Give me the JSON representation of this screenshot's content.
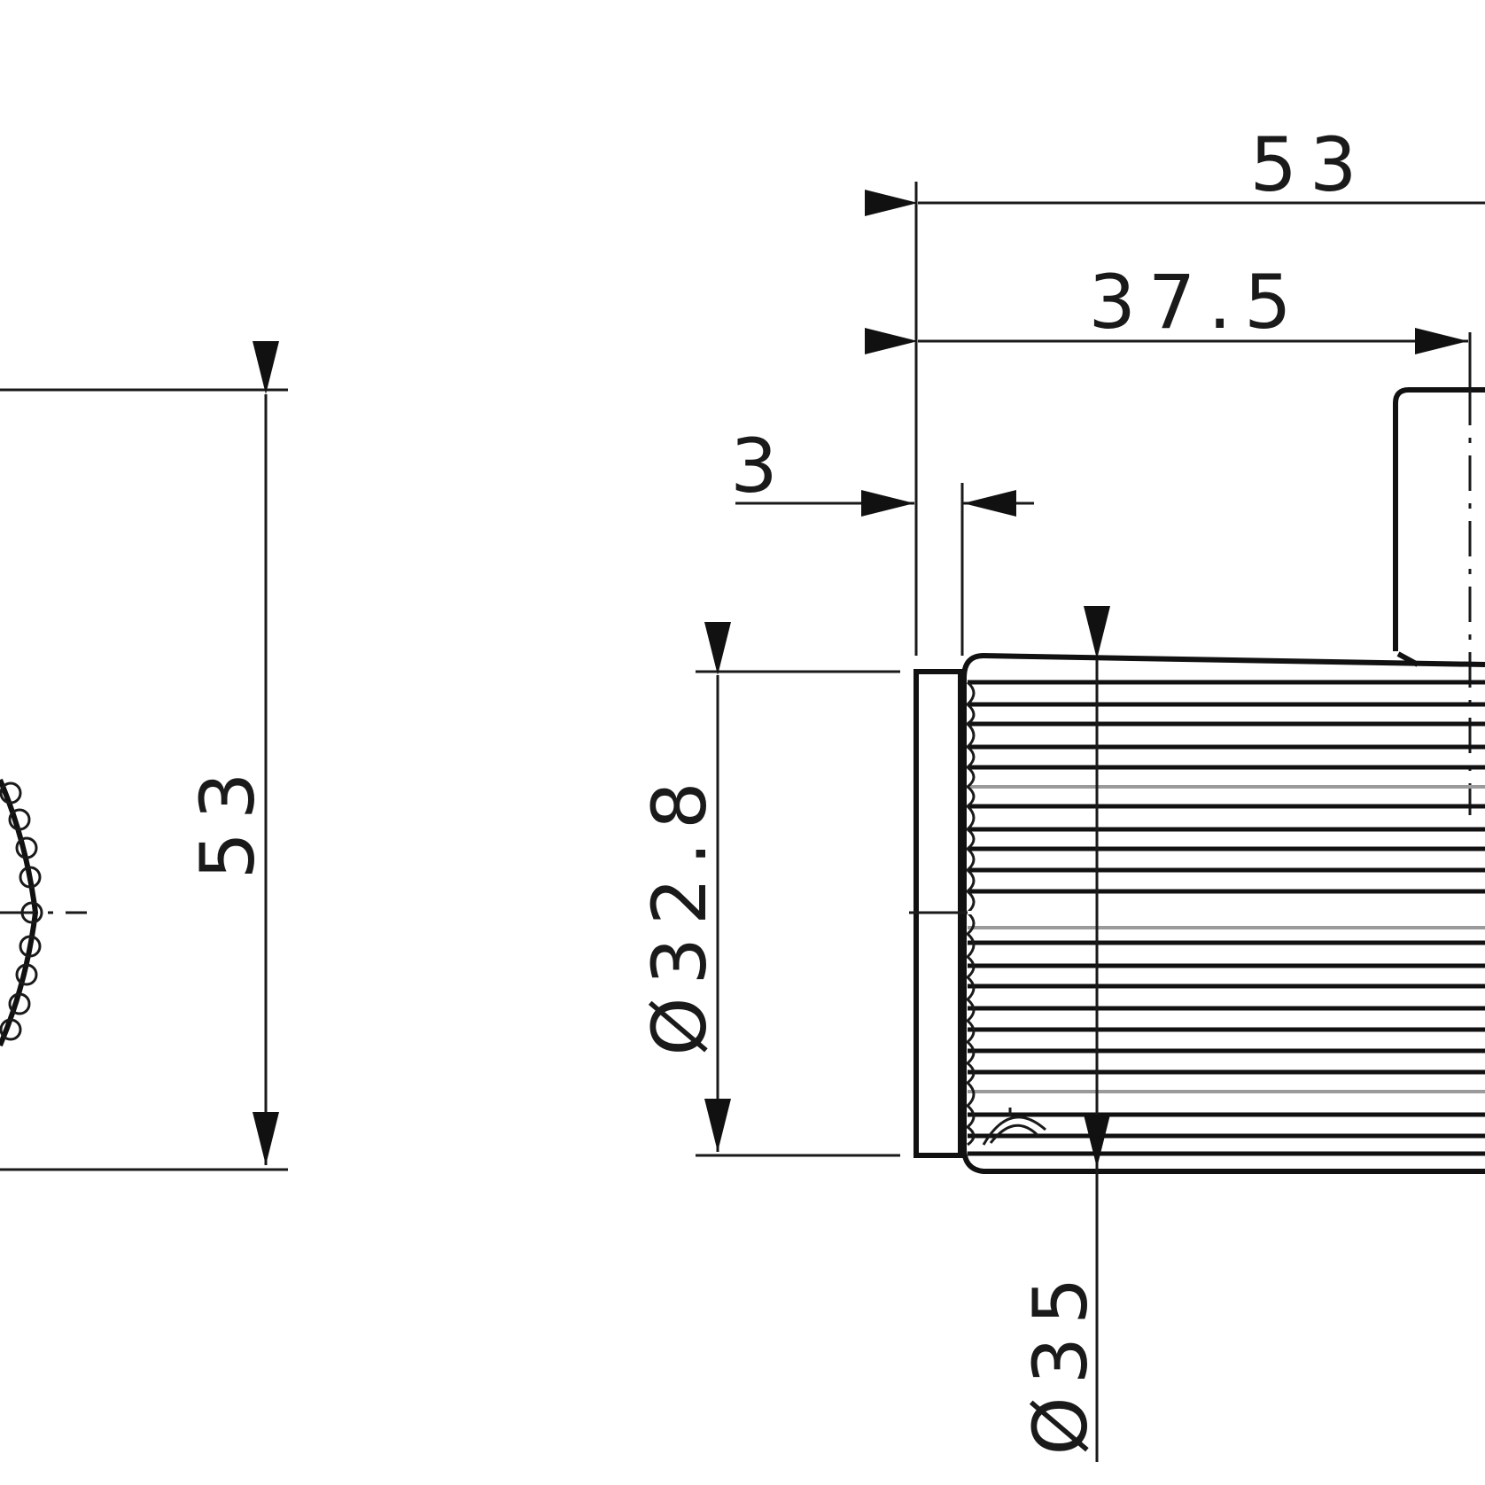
{
  "drawing": {
    "dimensions": {
      "side_view_height": "53",
      "overall_length": "53",
      "body_length": "37.5",
      "flange_thickness": "3",
      "flange_diameter": "Ø32.8",
      "knurl_diameter": "Ø35"
    },
    "colors": {
      "line": "#111111",
      "background": "#ffffff"
    }
  }
}
